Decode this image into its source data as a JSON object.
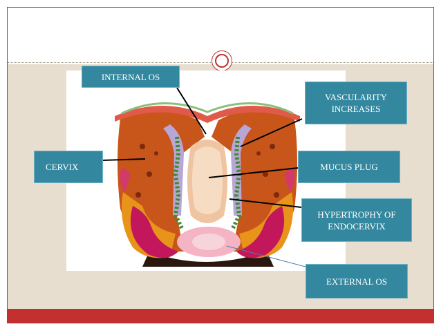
{
  "diagram": {
    "labels": {
      "internal_os": "INTERNAL  OS",
      "vascularity": "VASCULARITY\nINCREASES",
      "cervix": "CERVIX",
      "mucus_plug": "MUCUS  PLUG",
      "hypertrophy": "HYPERTROPHY OF\nENDOCERVIX",
      "external_os": "EXTERNAL  OS"
    }
  },
  "colors": {
    "label_fill": "#33879e",
    "accent_red": "#c42f2f",
    "background_beige": "#e7ded0"
  }
}
